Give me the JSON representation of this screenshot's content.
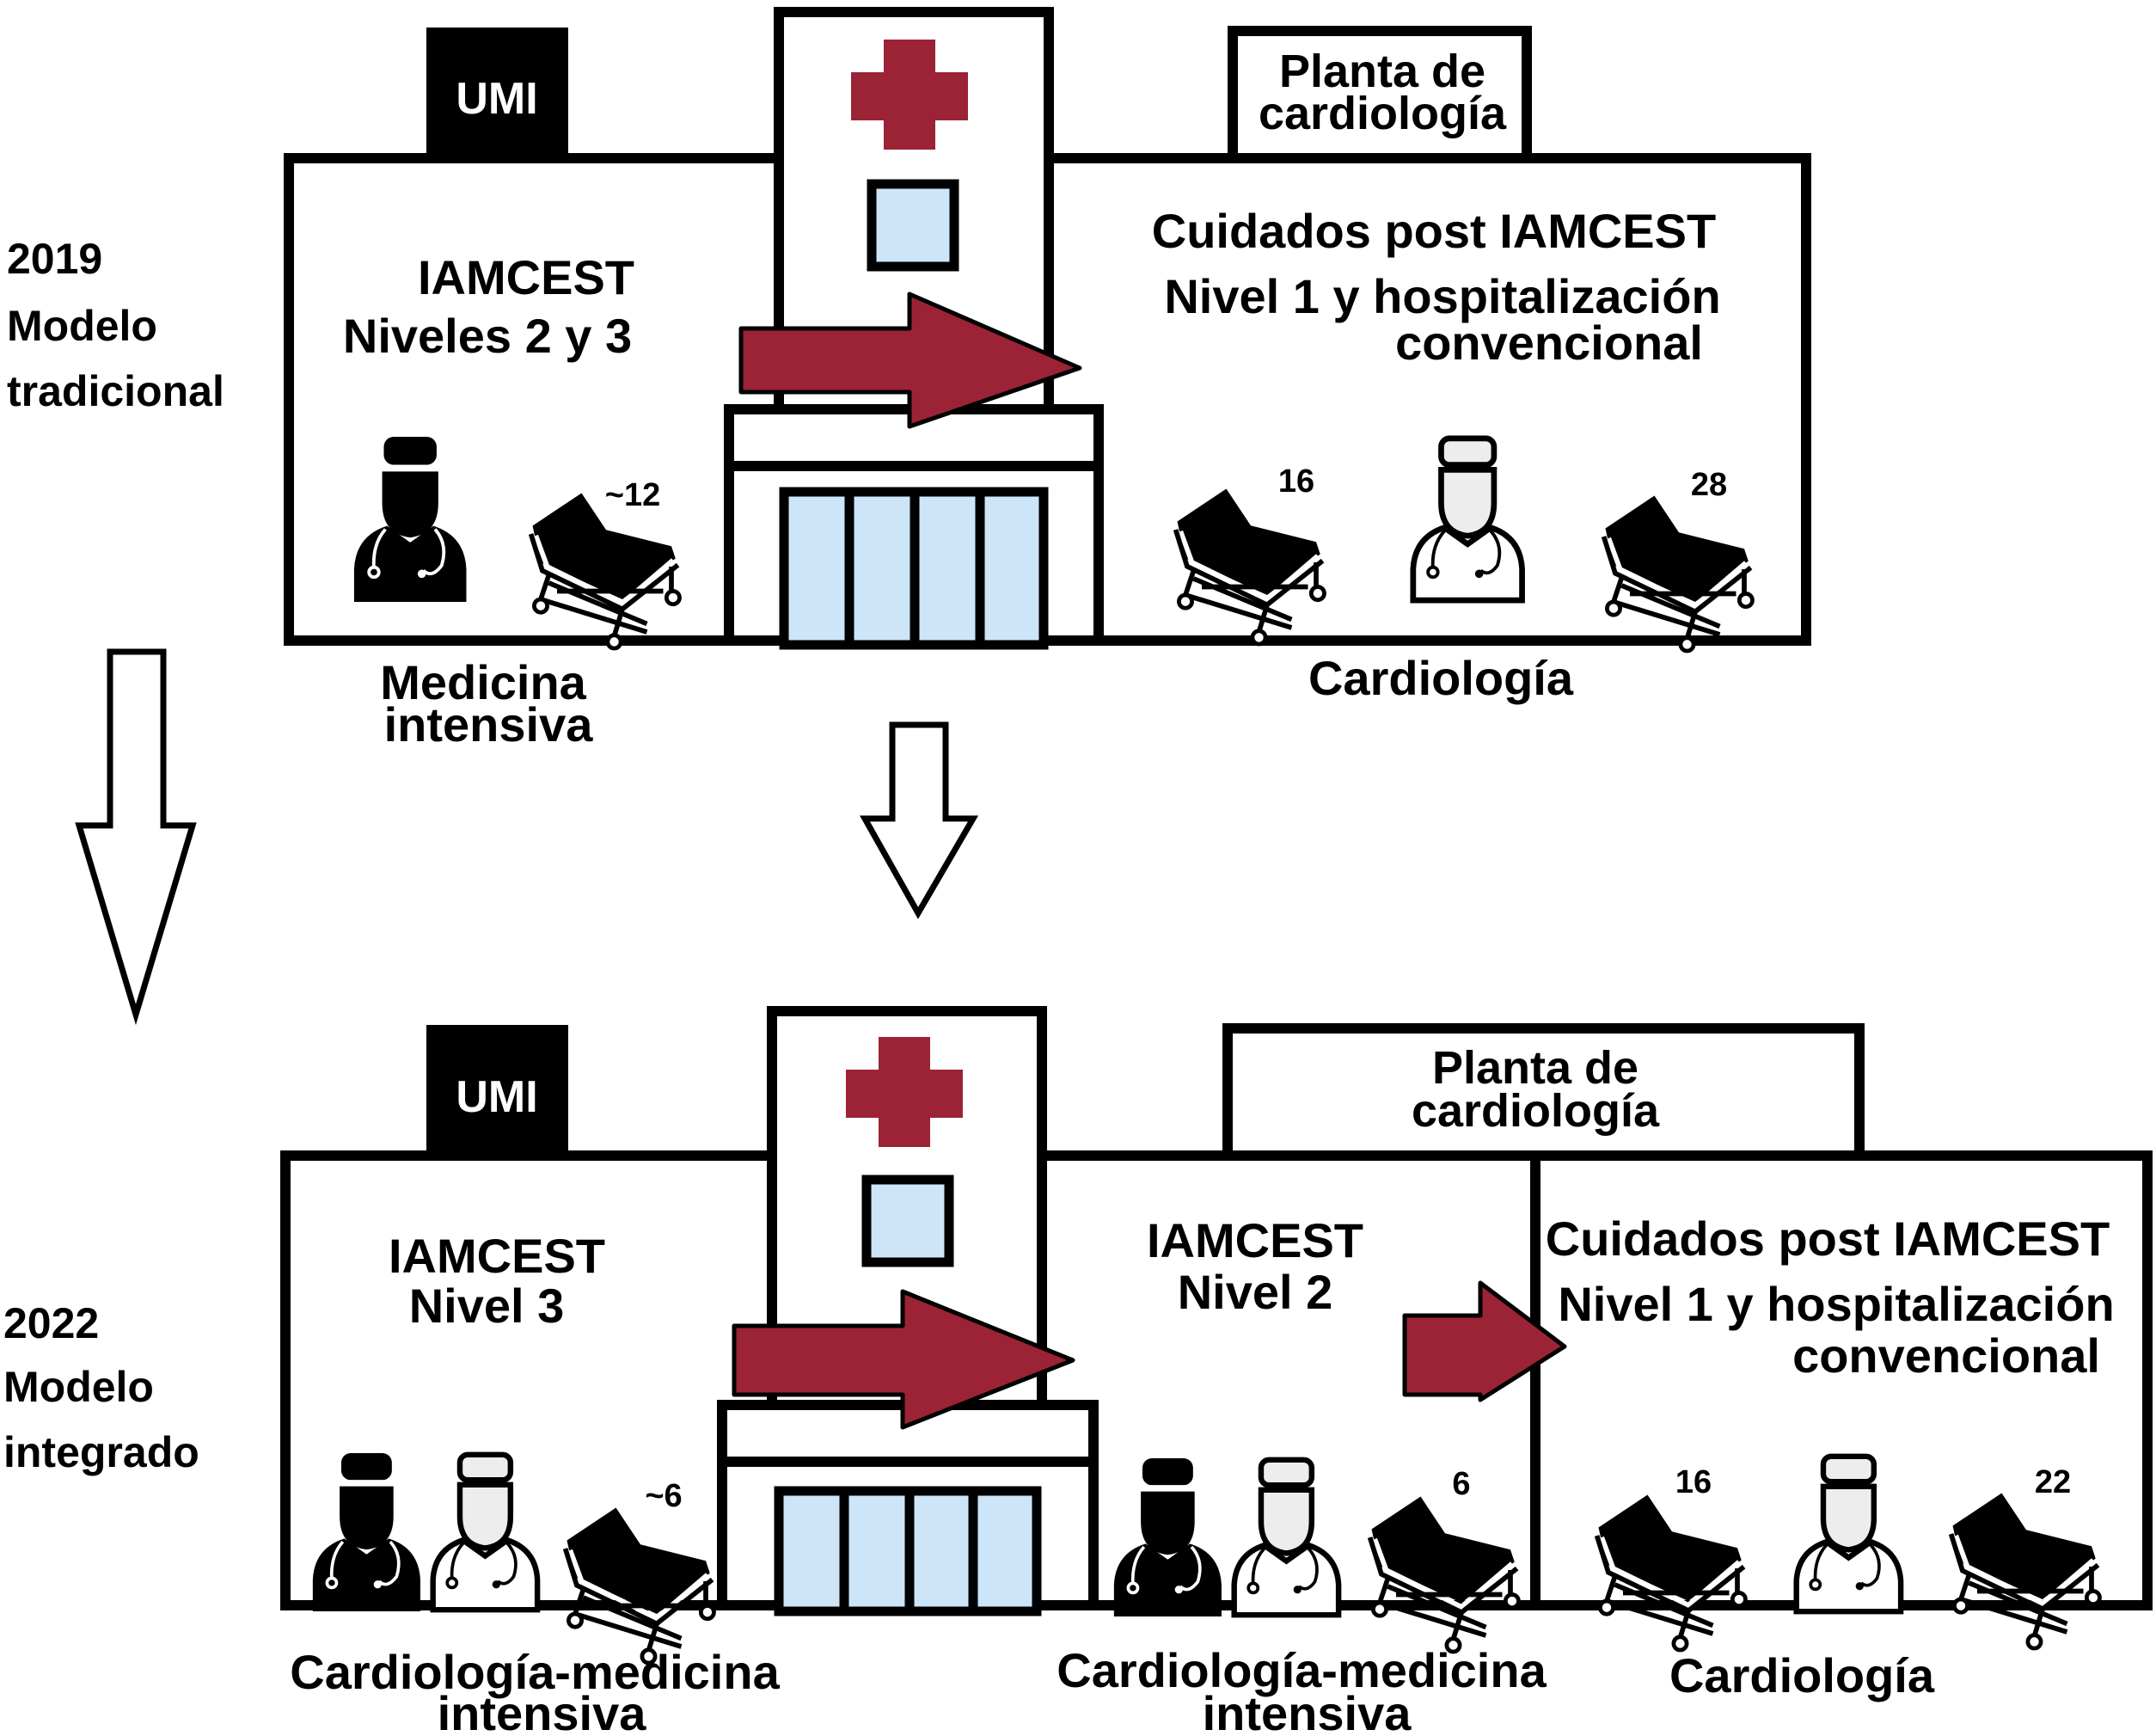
{
  "diagram": {
    "title": "Hospital care model for IAMCEST: 2019 traditional vs 2022 integrated",
    "colors": {
      "accent_red": "#9b2335",
      "glass_blue": "#cde5f8",
      "line": "#000000",
      "background": "#ffffff"
    },
    "top_model": {
      "year": "2019",
      "line2": "Modelo",
      "line3": "tradicional",
      "umi_label": "UMI",
      "planta_line1": "Planta de",
      "planta_line2": "cardiología",
      "left_unit": {
        "line1": "IAMCEST",
        "line2": "Niveles 2 y 3",
        "bed_count": "~12",
        "staff": [
          "intensivist"
        ],
        "caption_line1": "Medicina",
        "caption_line2": "intensiva"
      },
      "right_unit": {
        "line1": "Cuidados post IAMCEST",
        "line2": "Nivel 1 y hospitalización",
        "line3": "convencional",
        "bed_counts": [
          "16",
          "28"
        ],
        "staff": [
          "cardiologist"
        ],
        "caption": "Cardiología"
      }
    },
    "bottom_model": {
      "year": "2022",
      "line2": "Modelo",
      "line3": "integrado",
      "umi_label": "UMI",
      "planta_line1": "Planta de",
      "planta_line2": "cardiología",
      "left_unit": {
        "line1": "IAMCEST",
        "line2": "Nivel 3",
        "bed_count": "~6",
        "staff": [
          "intensivist",
          "cardiologist"
        ],
        "caption_line1": "Cardiología-medicina",
        "caption_line2": "intensiva"
      },
      "middle_unit": {
        "line1": "IAMCEST",
        "line2": "Nivel 2",
        "bed_count": "6",
        "staff": [
          "intensivist",
          "cardiologist"
        ],
        "caption_line1": "Cardiología-medicina",
        "caption_line2": "intensiva"
      },
      "right_unit": {
        "line1": "Cuidados post IAMCEST",
        "line2": "Nivel 1 y hospitalización",
        "line3": "convencional",
        "bed_counts": [
          "16",
          "22"
        ],
        "staff": [
          "cardiologist"
        ],
        "caption": "Cardiología"
      }
    },
    "icons": {
      "bed": "hospital-bed-icon",
      "doctor_dark": "intensivist-doctor-icon",
      "doctor_light": "cardiologist-doctor-icon",
      "cross": "medical-cross-icon",
      "flow_arrow": "red-flow-arrow",
      "transition_arrow": "down-arrow"
    }
  }
}
